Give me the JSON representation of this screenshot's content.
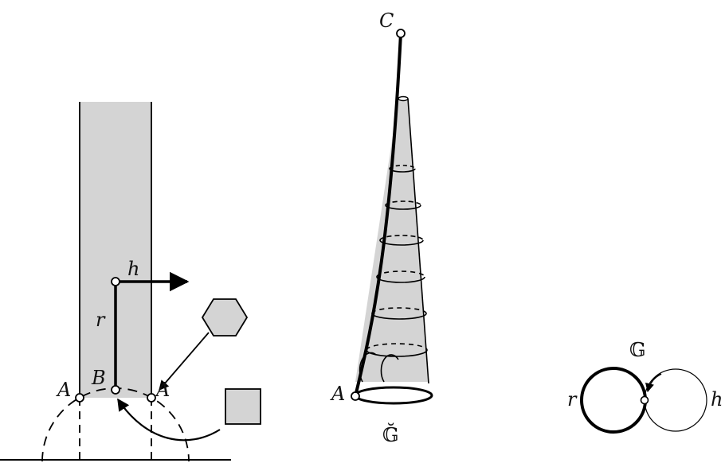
{
  "labels": {
    "C": "C",
    "h_left": "h",
    "r_left": "r",
    "B": "B",
    "A_left_1": "A",
    "A_left_2": "A",
    "A_mid": "A",
    "G_bb_top": "𝔾",
    "G_breve": "𝔾̆",
    "r_right": "r",
    "h_right": "h"
  },
  "colors": {
    "ink": "#000000",
    "fill_gray": "#d4d4d4"
  },
  "icons": [
    "hexagon-icon",
    "square-icon",
    "arrow-icon"
  ]
}
